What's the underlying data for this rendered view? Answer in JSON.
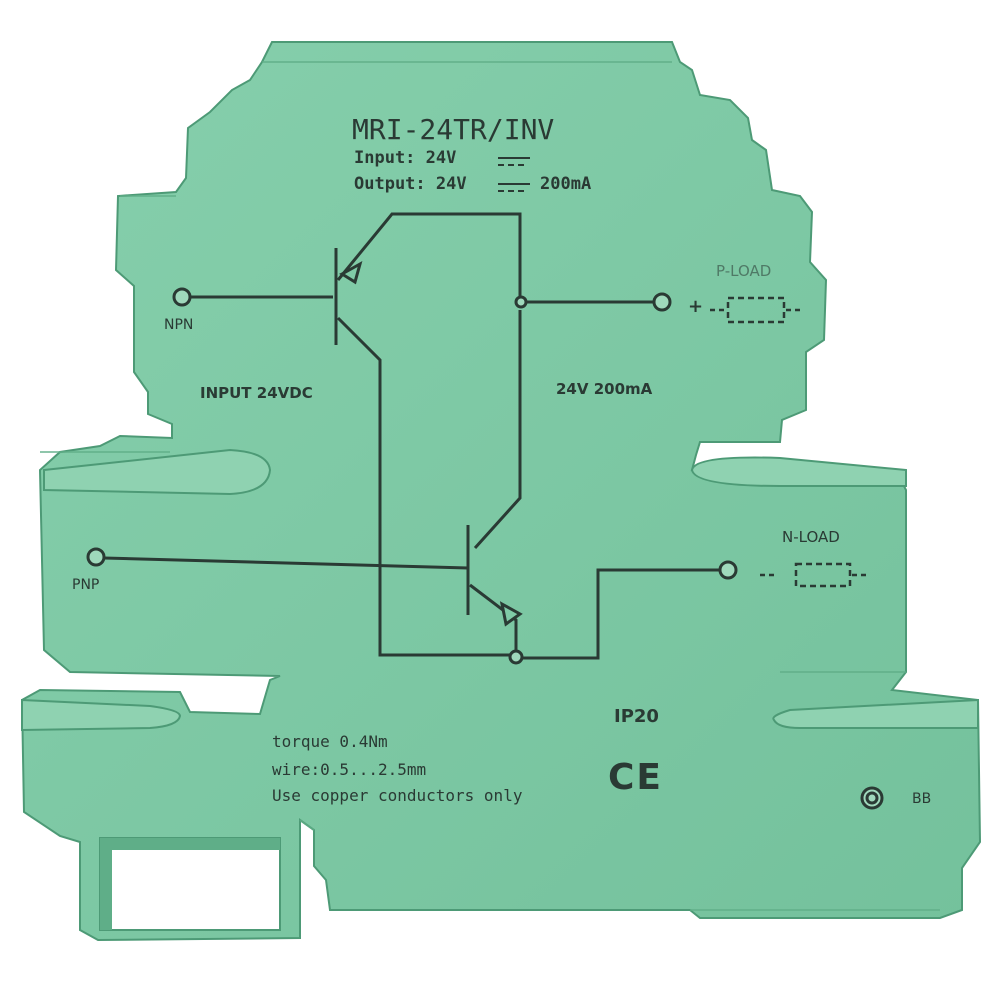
{
  "colors": {
    "body": "#7fcaa6",
    "body_dark": "#5fae88",
    "body_light": "#a6dcc1",
    "ink": "#2a3a34",
    "background": "#ffffff"
  },
  "device": {
    "model": "MRI-24TR/INV",
    "input_line": "Input:  24V",
    "output_line": "Output: 24V",
    "output_current": "200mA"
  },
  "labels": {
    "npn": "NPN",
    "pnp": "PNP",
    "input_rating": "INPUT 24VDC",
    "output_rating": "24V 200mA",
    "p_load": "P-LOAD",
    "n_load": "N-LOAD",
    "plus": "+",
    "minus": "-",
    "ip_rating": "IP20",
    "ce_mark": "CE",
    "busbar": "BB"
  },
  "notes": {
    "torque": "torque 0.4Nm",
    "wire": "wire:0.5...2.5mm",
    "conductors": "Use copper conductors only"
  }
}
